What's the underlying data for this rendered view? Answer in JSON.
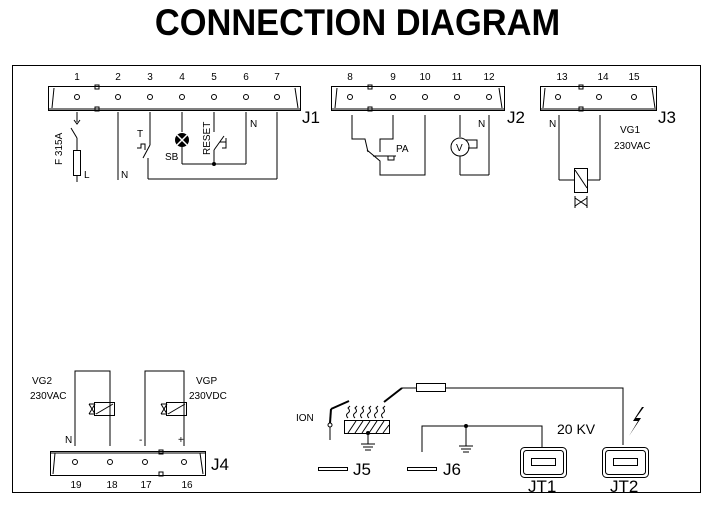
{
  "title": "CONNECTION DIAGRAM",
  "connectors": {
    "J1": {
      "label": "J1",
      "pins": [
        "1",
        "2",
        "3",
        "4",
        "5",
        "6",
        "7"
      ]
    },
    "J2": {
      "label": "J2",
      "pins": [
        "8",
        "9",
        "10",
        "11",
        "12"
      ]
    },
    "J3": {
      "label": "J3",
      "pins": [
        "13",
        "14",
        "15"
      ]
    },
    "J4": {
      "label": "J4",
      "pins": [
        "19",
        "18",
        "17",
        "16"
      ]
    },
    "J5": {
      "label": "J5"
    },
    "J6": {
      "label": "J6"
    },
    "JT1": {
      "label": "JT1"
    },
    "JT2": {
      "label": "JT2"
    }
  },
  "components": {
    "fuse": "F 315A",
    "line": "L",
    "neutral": "N",
    "thermostat": "T",
    "signal_bulb": "SB",
    "reset": "RESET",
    "pressure_switch": "PA",
    "fan": "V",
    "vg1_name": "VG1",
    "vg1_voltage": "230VAC",
    "vg2_name": "VG2",
    "vg2_voltage": "230VAC",
    "vgp_name": "VGP",
    "vgp_voltage": "230VDC",
    "minus": "-",
    "plus": "+",
    "ion": "ION",
    "hv": "20  KV"
  }
}
